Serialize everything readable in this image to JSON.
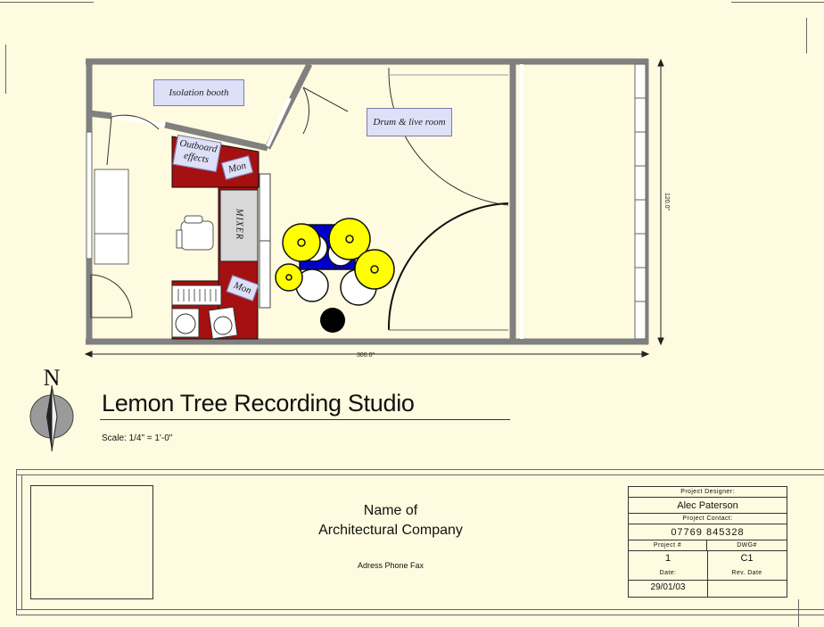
{
  "title": "Lemon Tree Recording Studio",
  "scale": "Scale: 1/4\" = 1'-0\"",
  "rooms": {
    "isolation_booth": "Isolation booth",
    "drum_live_room": "Drum & live room",
    "outboard_effects": "Outboard effects",
    "monitor_top": "Mon",
    "mixer": "MIXER",
    "monitor_bottom": "Mon"
  },
  "dimensions": {
    "width": "300.0\"",
    "height": "120.0\""
  },
  "north": "N",
  "company": {
    "line1": "Name of",
    "line2": "Architectural Company",
    "address": "Adress Phone Fax"
  },
  "title_block": {
    "designer_label": "Project Designer:",
    "designer": "Alec Paterson",
    "contact_label": "Project Contact:",
    "contact": "07769 845328",
    "project_no_label": "Project #",
    "project_no": "1",
    "dwg_label": "DWG#",
    "dwg": "C1",
    "date_label": "Date:",
    "date": "29/01/03",
    "rev_label": "Rev. Date",
    "rev": ""
  },
  "colors": {
    "background": "#fffbe0",
    "wall": "#808080",
    "desk": "#a51010",
    "label_fill": "#dde0f6",
    "cymbal": "#ffff00",
    "drum_blue": "#0000cc"
  }
}
